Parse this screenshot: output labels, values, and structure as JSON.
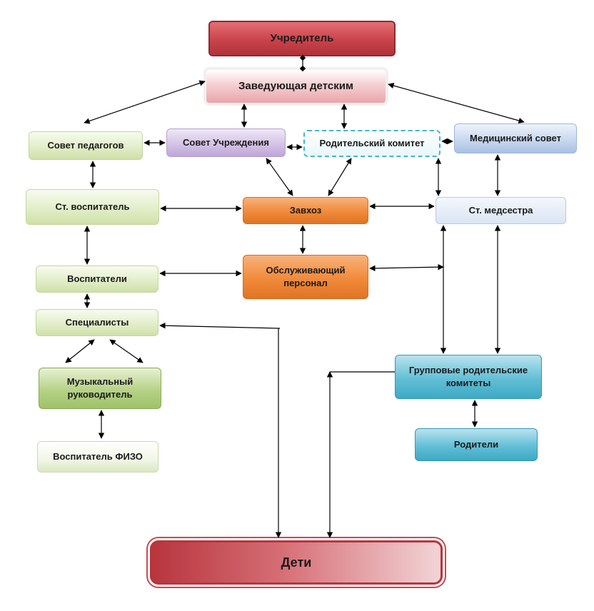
{
  "nodes": {
    "uchreditel": "Учредитель",
    "zaveduyushchaya": "Заведующая детским",
    "sovet_pedagogov": "Совет педагогов",
    "sovet_uchrezhdeniya": "Совет Учреждения",
    "roditelskiy_komitet": "Родительский комитет",
    "meditsinskiy_sovet": "Медицинский совет",
    "st_vospitatel": "Ст. воспитатель",
    "zavkhoz": "Завхоз",
    "st_medsestra": "Ст. медсестра",
    "vospitateli": "Воспитатели",
    "obsluzhivayushchiy_personal": "Обслуживающий персонал",
    "spetsialisty": "Специалисты",
    "gruppovye_komitety": "Групповые родительские комитеты",
    "muzykalnyy_rukovoditel": "Музыкальный руководитель",
    "roditeli": "Родители",
    "vospitatel_fizo": "Воспитатель ФИЗО",
    "deti": "Дети"
  },
  "colors": {
    "arrow": "#000000"
  }
}
